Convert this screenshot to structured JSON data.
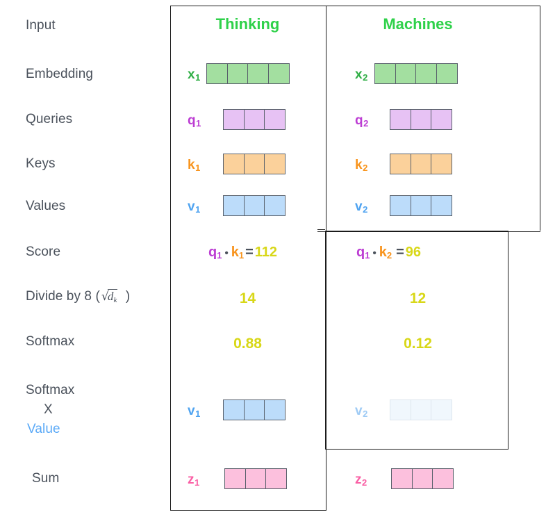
{
  "diagram": {
    "title": "self-attention-calculation",
    "colors": {
      "word_green": "#2fd14a",
      "embedding_green": "#a3dfa0",
      "query_purple": "#e7c2f4",
      "key_orange": "#fbd19b",
      "value_blue": "#bcdcfa",
      "sum_pink": "#fcc0dd",
      "score_yellow": "#d8d717",
      "label_gray": "#4a515b",
      "value_link_blue": "#5aa9f7",
      "faded_value": "#f0f7fd"
    }
  },
  "row_labels": {
    "input": "Input",
    "embedding": "Embedding",
    "queries": "Queries",
    "keys": "Keys",
    "values": "Values",
    "score": "Score",
    "divide_prefix": "Divide by 8 (",
    "divide_radical": "√",
    "divide_d": "d",
    "divide_k": "k",
    "divide_suffix": ")",
    "softmax": "Softmax",
    "softmax_times_value_line1": "Softmax",
    "softmax_times_value_line2": "X",
    "softmax_times_value_line3": "Value",
    "sum": "Sum"
  },
  "columns": [
    {
      "word": "Thinking",
      "embedding_tag": "x",
      "embedding_sub": "1",
      "embedding_cells": 4,
      "query_tag": "q",
      "query_sub": "1",
      "query_cells": 3,
      "key_tag": "k",
      "key_sub": "1",
      "key_cells": 3,
      "value_tag": "v",
      "value_sub": "1",
      "value_cells": 3,
      "score_q": "q",
      "score_q_sub": "1",
      "score_dot": "•",
      "score_k": "k",
      "score_k_sub": "1",
      "score_eq": "=",
      "score_value": "112",
      "divided_value": "14",
      "softmax_value": "0.88",
      "weighted_value_tag": "v",
      "weighted_value_sub": "1",
      "weighted_value_cells": 3,
      "weighted_value_faded": false,
      "sum_tag": "z",
      "sum_sub": "1",
      "sum_cells": 3
    },
    {
      "word": "Machines",
      "embedding_tag": "x",
      "embedding_sub": "2",
      "embedding_cells": 4,
      "query_tag": "q",
      "query_sub": "2",
      "query_cells": 3,
      "key_tag": "k",
      "key_sub": "2",
      "key_cells": 3,
      "value_tag": "v",
      "value_sub": "2",
      "value_cells": 3,
      "score_q": "q",
      "score_q_sub": "1",
      "score_dot": "•",
      "score_k": "k",
      "score_k_sub": "2",
      "score_eq": "=",
      "score_value": "96",
      "divided_value": "12",
      "softmax_value": "0.12",
      "weighted_value_tag": "v",
      "weighted_value_sub": "2",
      "weighted_value_cells": 3,
      "weighted_value_faded": true,
      "sum_tag": "z",
      "sum_sub": "2",
      "sum_cells": 3
    }
  ]
}
